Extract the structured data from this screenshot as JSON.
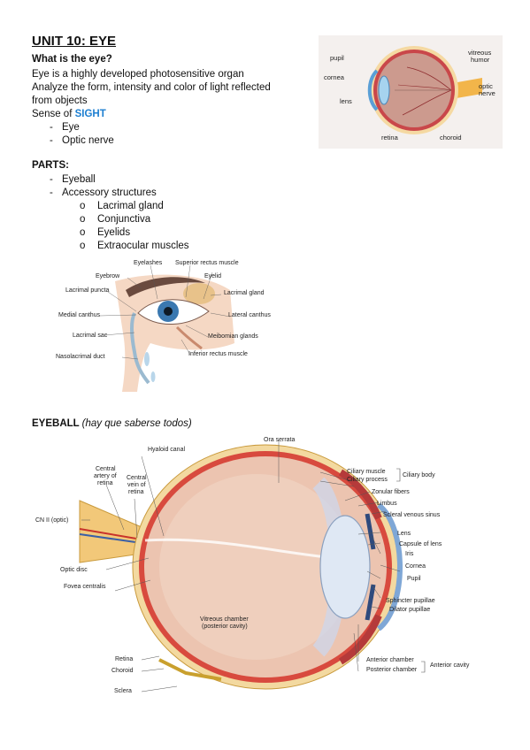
{
  "header": {
    "title": "UNIT 10: EYE"
  },
  "intro": {
    "question": "What is the eye?",
    "lines": [
      "Eye is a highly developed photosensitive organ",
      "Analyze the form, intensity and color of light reflected",
      "from objects"
    ],
    "sense_prefix": "Sense of ",
    "sense_word": "SIGHT",
    "sense_items": [
      "Eye",
      "Optic nerve"
    ]
  },
  "parts": {
    "heading": "PARTS:",
    "items": [
      "Eyeball",
      "Accessory structures"
    ],
    "subitems": [
      "Lacrimal gland",
      "Conjunctiva",
      "Eyelids",
      "Extraocular muscles"
    ],
    "bullet": "o",
    "dash": "-"
  },
  "eyeball": {
    "heading": "EYEBALL",
    "note": "(hay que saberse todos)"
  },
  "fig1": {
    "labels": {
      "pupil": "pupil",
      "cornea": "cornea",
      "lens": "lens",
      "retina": "retina",
      "choroid": "choroid",
      "vitreous": "vitreous",
      "humor": "humor",
      "optic": "optic",
      "nerve": "nerve"
    }
  },
  "fig2": {
    "labels": {
      "eyelashes": "Eyelashes",
      "superior_rectus": "Superior rectus muscle",
      "eyebrow": "Eyebrow",
      "eyelid": "Eyelid",
      "lacrimal_puncta": "Lacrimal puncta",
      "lacrimal_gland": "Lacrimal gland",
      "medial_canthus": "Medial canthus",
      "lateral_canthus": "Lateral canthus",
      "lacrimal_sac": "Lacrimal sac",
      "meibomian": "Meibomian glands",
      "nasolacrimal": "Nasolacrimal duct",
      "inferior_rectus": "Inferior rectus muscle"
    }
  },
  "fig3": {
    "labels": {
      "hyaloid": "Hyaloid canal",
      "ora": "Ora serrata",
      "central_artery_1": "Central",
      "central_artery_2": "artery of",
      "central_artery_3": "retina",
      "central_vein_1": "Central",
      "central_vein_2": "vein of",
      "central_vein_3": "retina",
      "ciliary_muscle": "Ciliary muscle",
      "ciliary_process": "Ciliary process",
      "ciliary_body": "Ciliary body",
      "zonular": "Zonular fibers",
      "limbus": "Limbus",
      "scleral_sinus": "Scleral venous sinus",
      "cn2": "CN II (optic)",
      "lens": "Lens",
      "capsule": "Capsule of lens",
      "iris": "Iris",
      "cornea": "Cornea",
      "optic_disc": "Optic disc",
      "pupil": "Pupil",
      "fovea": "Fovea centralis",
      "sphincter": "Sphincter pupillae",
      "dilator": "Dilator pupillae",
      "vitreous_1": "Vitreous chamber",
      "vitreous_2": "(posterior cavity)",
      "retina": "Retina",
      "choroid": "Choroid",
      "sclera": "Sclera",
      "anterior_chamber": "Anterior chamber",
      "posterior_chamber": "Posterior chamber",
      "anterior_cavity": "Anterior cavity"
    }
  },
  "colors": {
    "accent": "#1d7fd1",
    "vitreous": "#e9c9b8",
    "sclera": "#f3d9a0",
    "vessel_red": "#c8332b"
  }
}
